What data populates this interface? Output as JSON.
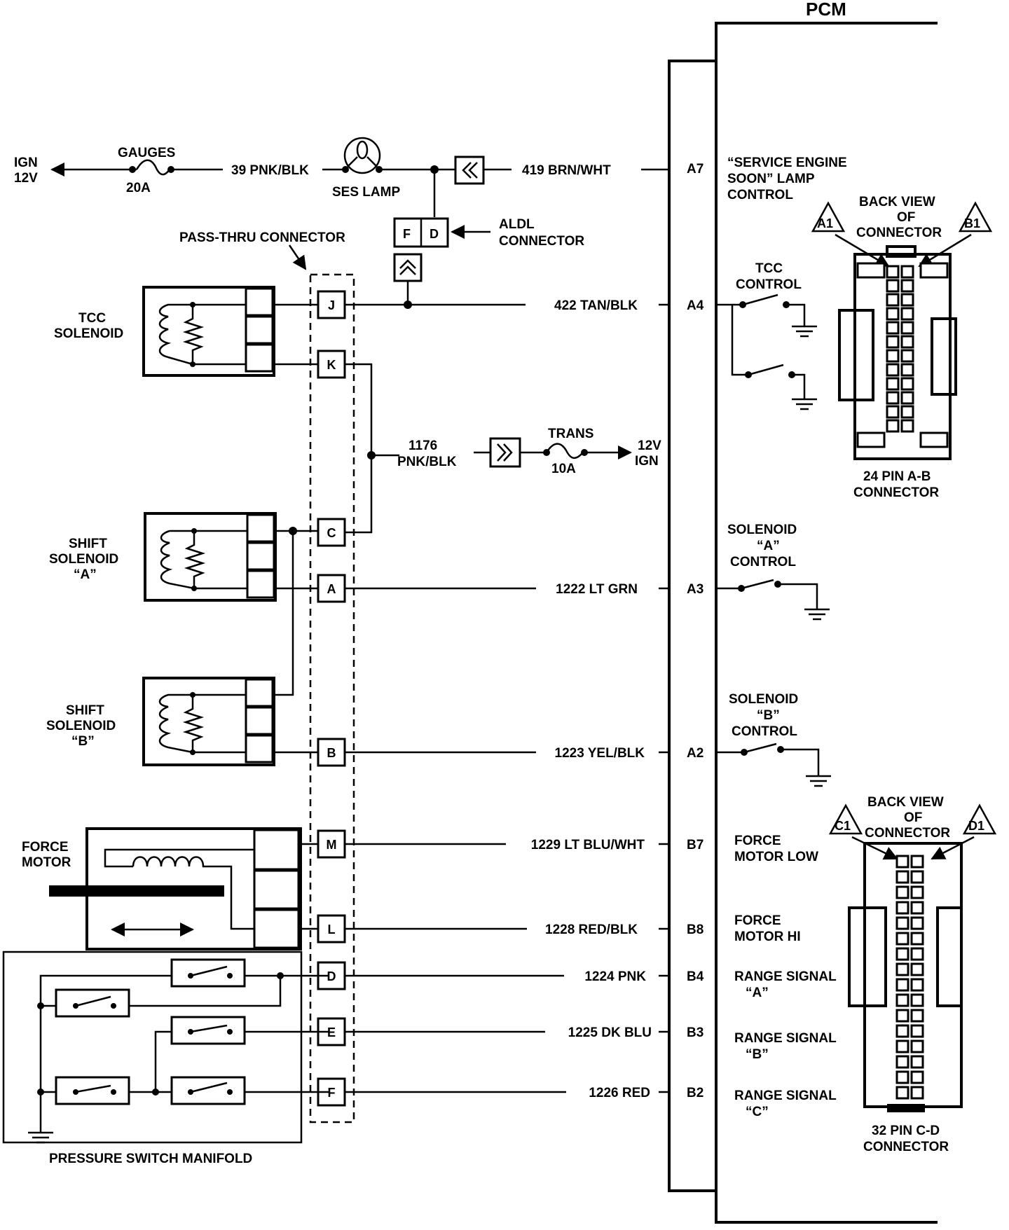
{
  "pcm": {
    "title": "PCM"
  },
  "power": {
    "ign_left": [
      "IGN",
      "12V"
    ],
    "gauges_fuse": {
      "name": "GAUGES",
      "rating": "20A"
    },
    "wire_39": "39 PNK/BLK",
    "ses_lamp": "SES LAMP",
    "wire_419": "419 BRN/WHT",
    "trans_fuse": {
      "name": "TRANS",
      "rating": "10A"
    },
    "ign_right": [
      "12V",
      "IGN"
    ],
    "wire_1176": [
      "1176",
      "PNK/BLK"
    ]
  },
  "aldl": {
    "label": [
      "ALDL",
      "CONNECTOR"
    ],
    "pins": [
      "F",
      "D"
    ]
  },
  "pass_thru": {
    "label": "PASS-THRU CONNECTOR",
    "pins": [
      "J",
      "K",
      "C",
      "A",
      "B",
      "M",
      "L",
      "D",
      "E",
      "F"
    ]
  },
  "components": {
    "tcc_solenoid": [
      "TCC",
      "SOLENOID"
    ],
    "shift_a": [
      "SHIFT",
      "SOLENOID",
      "“A”"
    ],
    "shift_b": [
      "SHIFT",
      "SOLENOID",
      "“B”"
    ],
    "force_motor": [
      "FORCE",
      "MOTOR"
    ],
    "pressure_manifold": "PRESSURE SWITCH MANIFOLD"
  },
  "circuits": [
    {
      "wire": "422 TAN/BLK",
      "pin": "A4"
    },
    {
      "wire": "1222 LT GRN",
      "pin": "A3"
    },
    {
      "wire": "1223 YEL/BLK",
      "pin": "A2"
    },
    {
      "wire": "1229 LT BLU/WHT",
      "pin": "B7"
    },
    {
      "wire": "1228 RED/BLK",
      "pin": "B8"
    },
    {
      "wire": "1224 PNK",
      "pin": "B4"
    },
    {
      "wire": "1225 DK BLU",
      "pin": "B3"
    },
    {
      "wire": "1226 RED",
      "pin": "B2"
    }
  ],
  "ses_pin": "A7",
  "pcm_labels": {
    "ses_control": [
      "“SERVICE ENGINE",
      "SOON” LAMP",
      "CONTROL"
    ],
    "tcc_control": [
      "TCC",
      "CONTROL"
    ],
    "sol_a_control": [
      "SOLENOID",
      "“A”",
      "CONTROL"
    ],
    "sol_b_control": [
      "SOLENOID",
      "“B”",
      "CONTROL"
    ],
    "force_low": [
      "FORCE",
      "MOTOR LOW"
    ],
    "force_hi": [
      "FORCE",
      "MOTOR HI"
    ],
    "range_a": [
      "RANGE SIGNAL",
      "“A”"
    ],
    "range_b": [
      "RANGE SIGNAL",
      "“B”"
    ],
    "range_c": [
      "RANGE SIGNAL",
      "“C”"
    ]
  },
  "connector_ab": {
    "view": [
      "BACK VIEW",
      "OF",
      "CONNECTOR"
    ],
    "tag_left": "A1",
    "tag_right": "B1",
    "caption": [
      "24 PIN  A-B",
      "CONNECTOR"
    ]
  },
  "connector_cd": {
    "view": [
      "BACK VIEW",
      "OF",
      "CONNECTOR"
    ],
    "tag_left": "C1",
    "tag_right": "D1",
    "caption": [
      "32 PIN C-D",
      "CONNECTOR"
    ]
  }
}
